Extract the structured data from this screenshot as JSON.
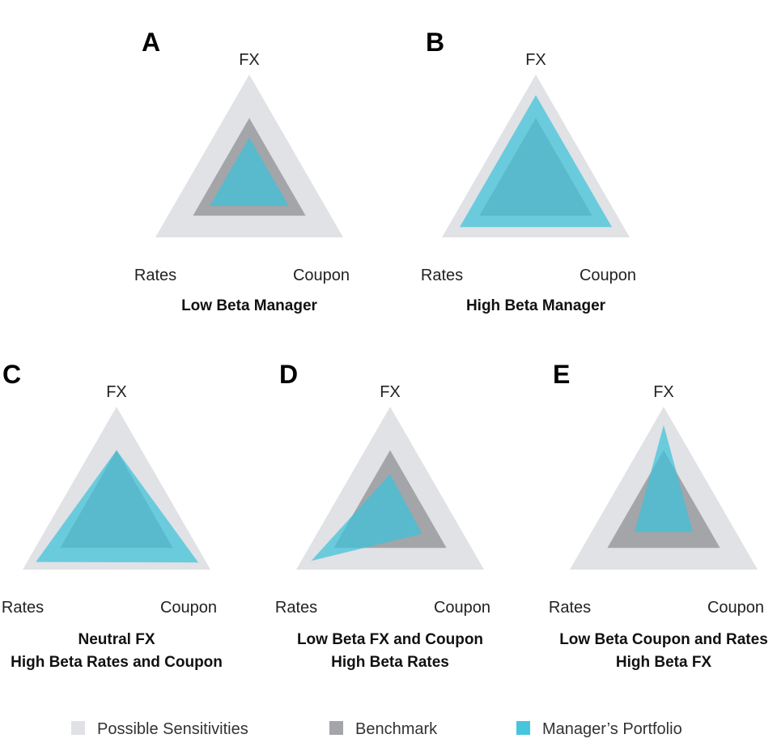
{
  "colors": {
    "possible": "#e0e2e5",
    "benchmark": "#a3a5a9",
    "portfolio": "#3cc2da",
    "portfolio_opacity": 0.72
  },
  "axis_labels": {
    "top": "FX",
    "left": "Rates",
    "right": "Coupon"
  },
  "panels": [
    {
      "letter": "A",
      "caption": [
        "Low Beta Manager"
      ],
      "benchmark": {
        "fx": 0.6,
        "rates": 0.6,
        "coupon": 0.6
      },
      "portfolio": {
        "fx": 0.42,
        "rates": 0.42,
        "coupon": 0.42
      }
    },
    {
      "letter": "B",
      "caption": [
        "High Beta Manager"
      ],
      "benchmark": {
        "fx": 0.6,
        "rates": 0.6,
        "coupon": 0.6
      },
      "portfolio": {
        "fx": 0.81,
        "rates": 0.81,
        "coupon": 0.81
      }
    },
    {
      "letter": "C",
      "caption": [
        "Neutral FX",
        "High Beta Rates and Coupon"
      ],
      "benchmark": {
        "fx": 0.6,
        "rates": 0.6,
        "coupon": 0.6
      },
      "portfolio": {
        "fx": 0.6,
        "rates": 0.86,
        "coupon": 0.87
      }
    },
    {
      "letter": "D",
      "caption": [
        "Low Beta FX and Coupon",
        "High Beta Rates"
      ],
      "benchmark": {
        "fx": 0.6,
        "rates": 0.6,
        "coupon": 0.6
      },
      "portfolio": {
        "fx": 0.38,
        "rates": 0.84,
        "coupon": 0.34
      }
    },
    {
      "letter": "E",
      "caption": [
        "Low Beta Coupon and Rates",
        "High Beta FX"
      ],
      "benchmark": {
        "fx": 0.6,
        "rates": 0.6,
        "coupon": 0.6
      },
      "portfolio": {
        "fx": 0.83,
        "rates": 0.31,
        "coupon": 0.31
      }
    }
  ],
  "legend": [
    {
      "key": "possible",
      "label": "Possible Sensitivities"
    },
    {
      "key": "benchmark",
      "label": "Benchmark"
    },
    {
      "key": "portfolio",
      "label": "Manager’s Portfolio"
    }
  ]
}
